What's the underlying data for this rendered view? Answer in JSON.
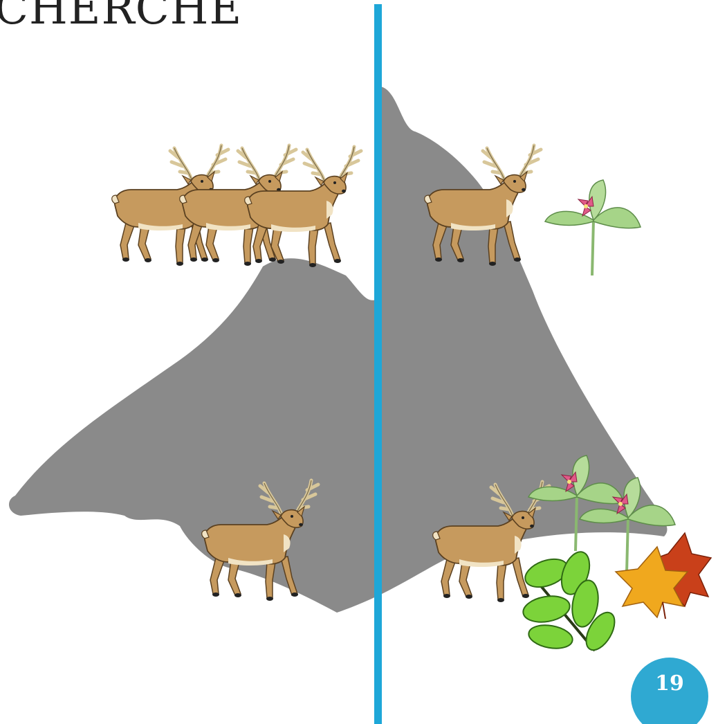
{
  "slide": {
    "title": "CHERCHE",
    "page_number": "19"
  },
  "colors": {
    "divider": "#1ea7d8",
    "mountain_shadow": "#8a8a8a",
    "badge": "#2fa9d2",
    "deer_body": "#c69a5e",
    "deer_antler": "#d8c79a",
    "leaf_green": "#8fc86a",
    "flower_pink": "#e05a88"
  },
  "left_panel": {
    "top_row": {
      "deer_count": 3
    },
    "bottom_row": {
      "deer_count": 1
    }
  },
  "right_panel": {
    "top_row": {
      "deer_count": 1,
      "plants": [
        "trillium-icon"
      ]
    },
    "bottom_row": {
      "deer_count": 1,
      "plants": [
        "trillium-icon",
        "trillium-icon",
        "leafy-branch-icon",
        "maple-leaves-icon"
      ]
    }
  }
}
